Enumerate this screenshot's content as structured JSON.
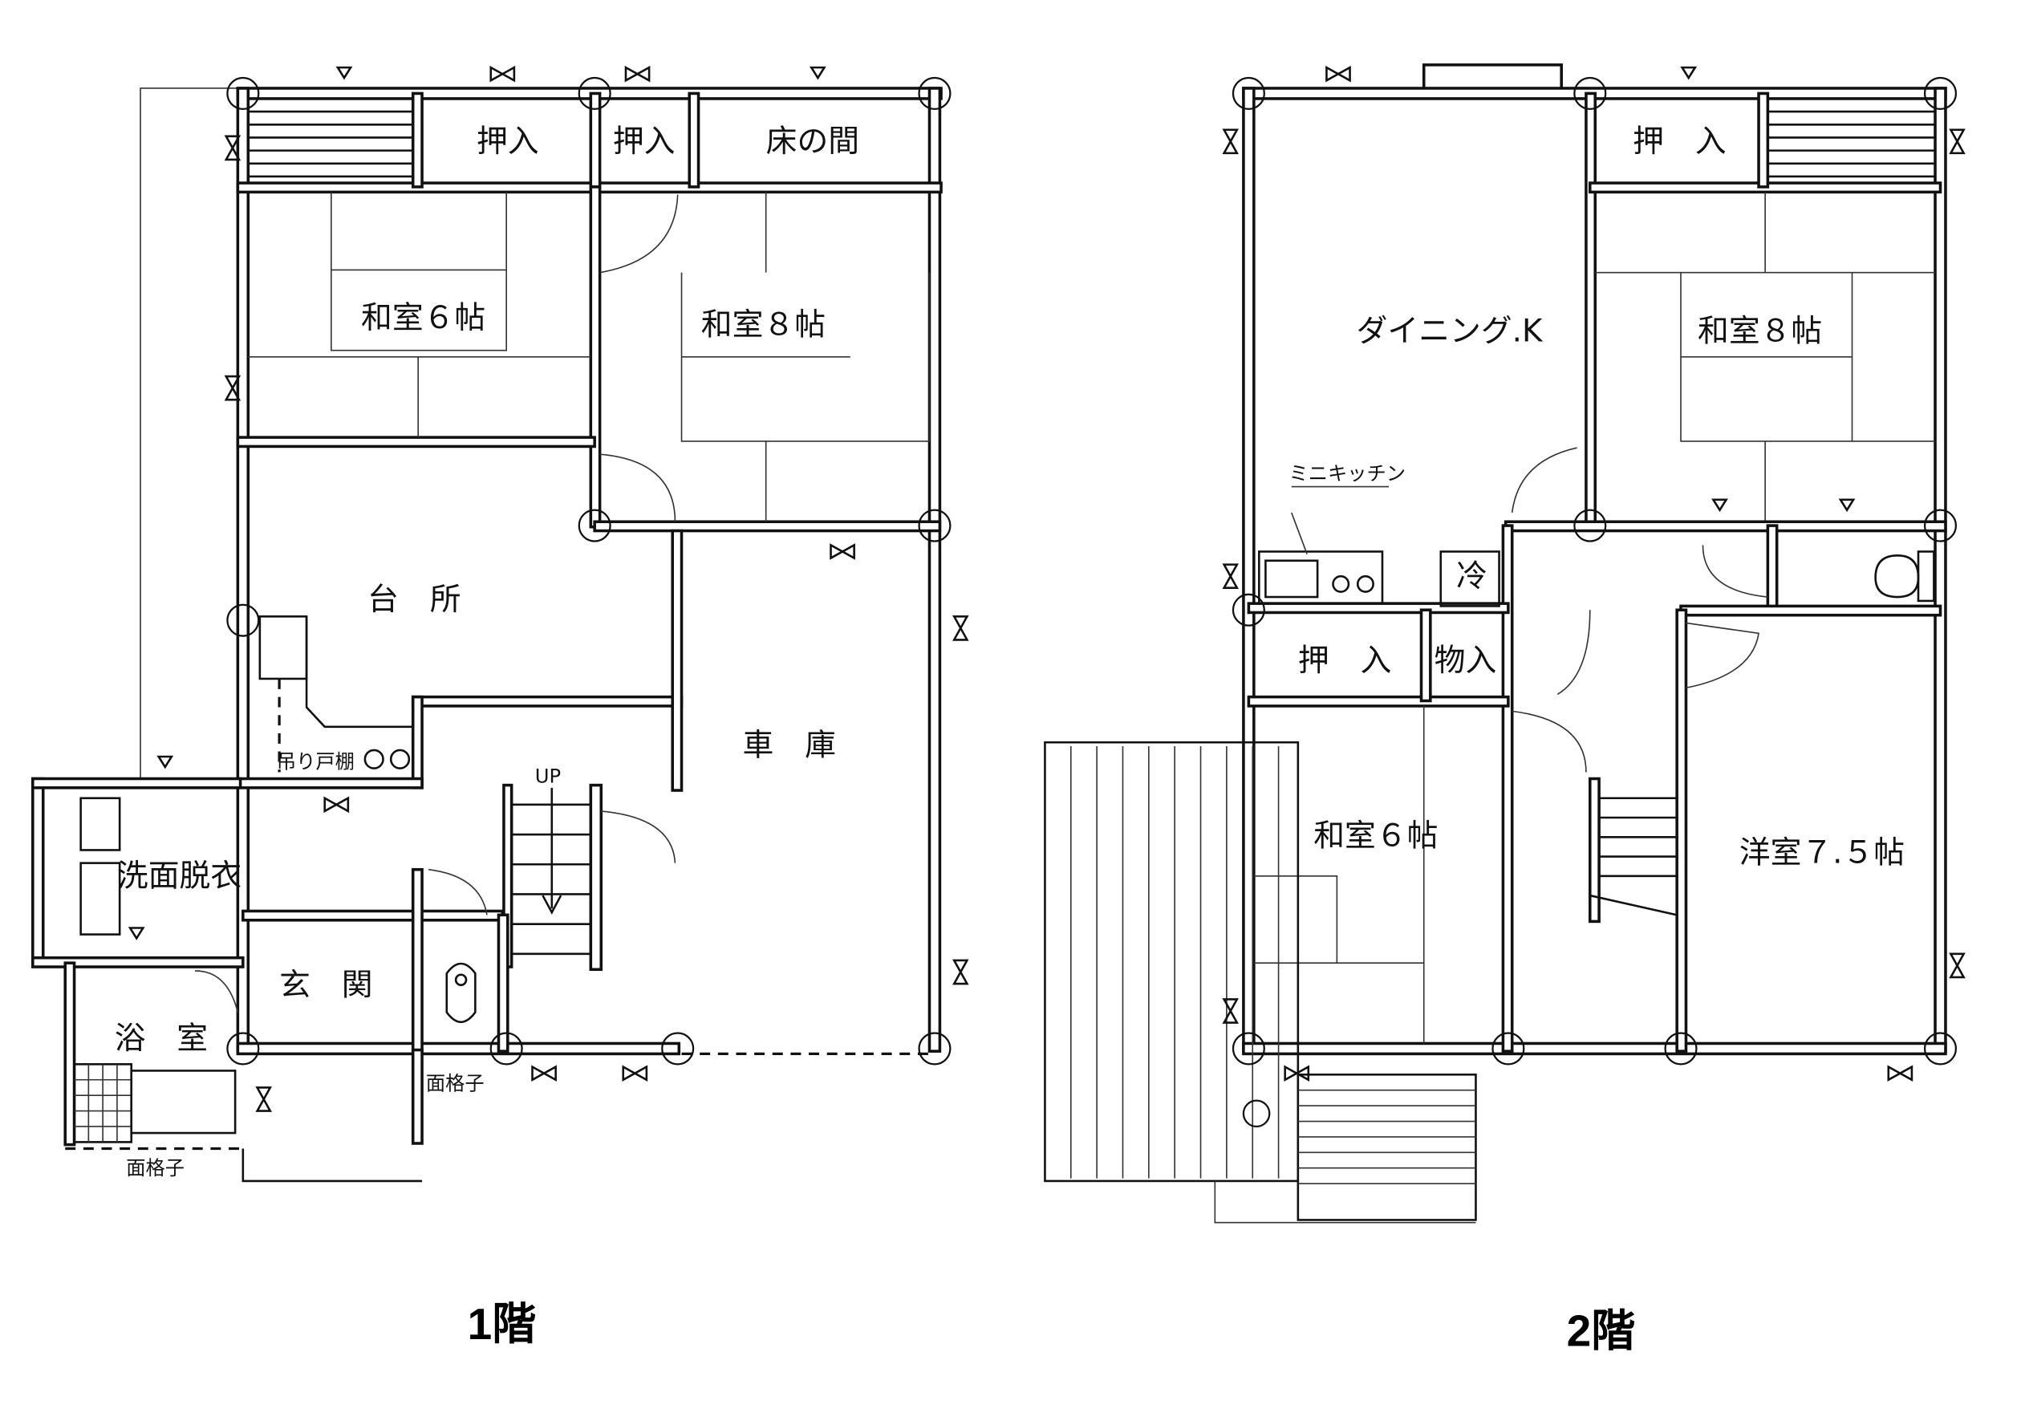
{
  "floor1": {
    "title": "1階",
    "rooms": {
      "oshiire_a": "押入",
      "oshiire_b": "押入",
      "tokonoma": "床の間",
      "washitsu6": "和室６帖",
      "washitsu8": "和室８帖",
      "kitchen": "台　所",
      "garage": "車　庫",
      "wall_cabinet": "吊り戸棚",
      "up": "UP",
      "washroom": "洗面脱衣",
      "entrance": "玄　関",
      "bath": "浴　室",
      "lattice_a": "面格子",
      "lattice_b": "面格子"
    }
  },
  "floor2": {
    "title": "2階",
    "rooms": {
      "oshiire_top": "押　入",
      "dining": "ダイニング.K",
      "washitsu8": "和室８帖",
      "mini_kitchen": "ミニキッチン",
      "fridge": "冷",
      "oshiire": "押　入",
      "storage": "物入",
      "washitsu6": "和室６帖",
      "youshitsu": "洋室７.５帖"
    }
  }
}
